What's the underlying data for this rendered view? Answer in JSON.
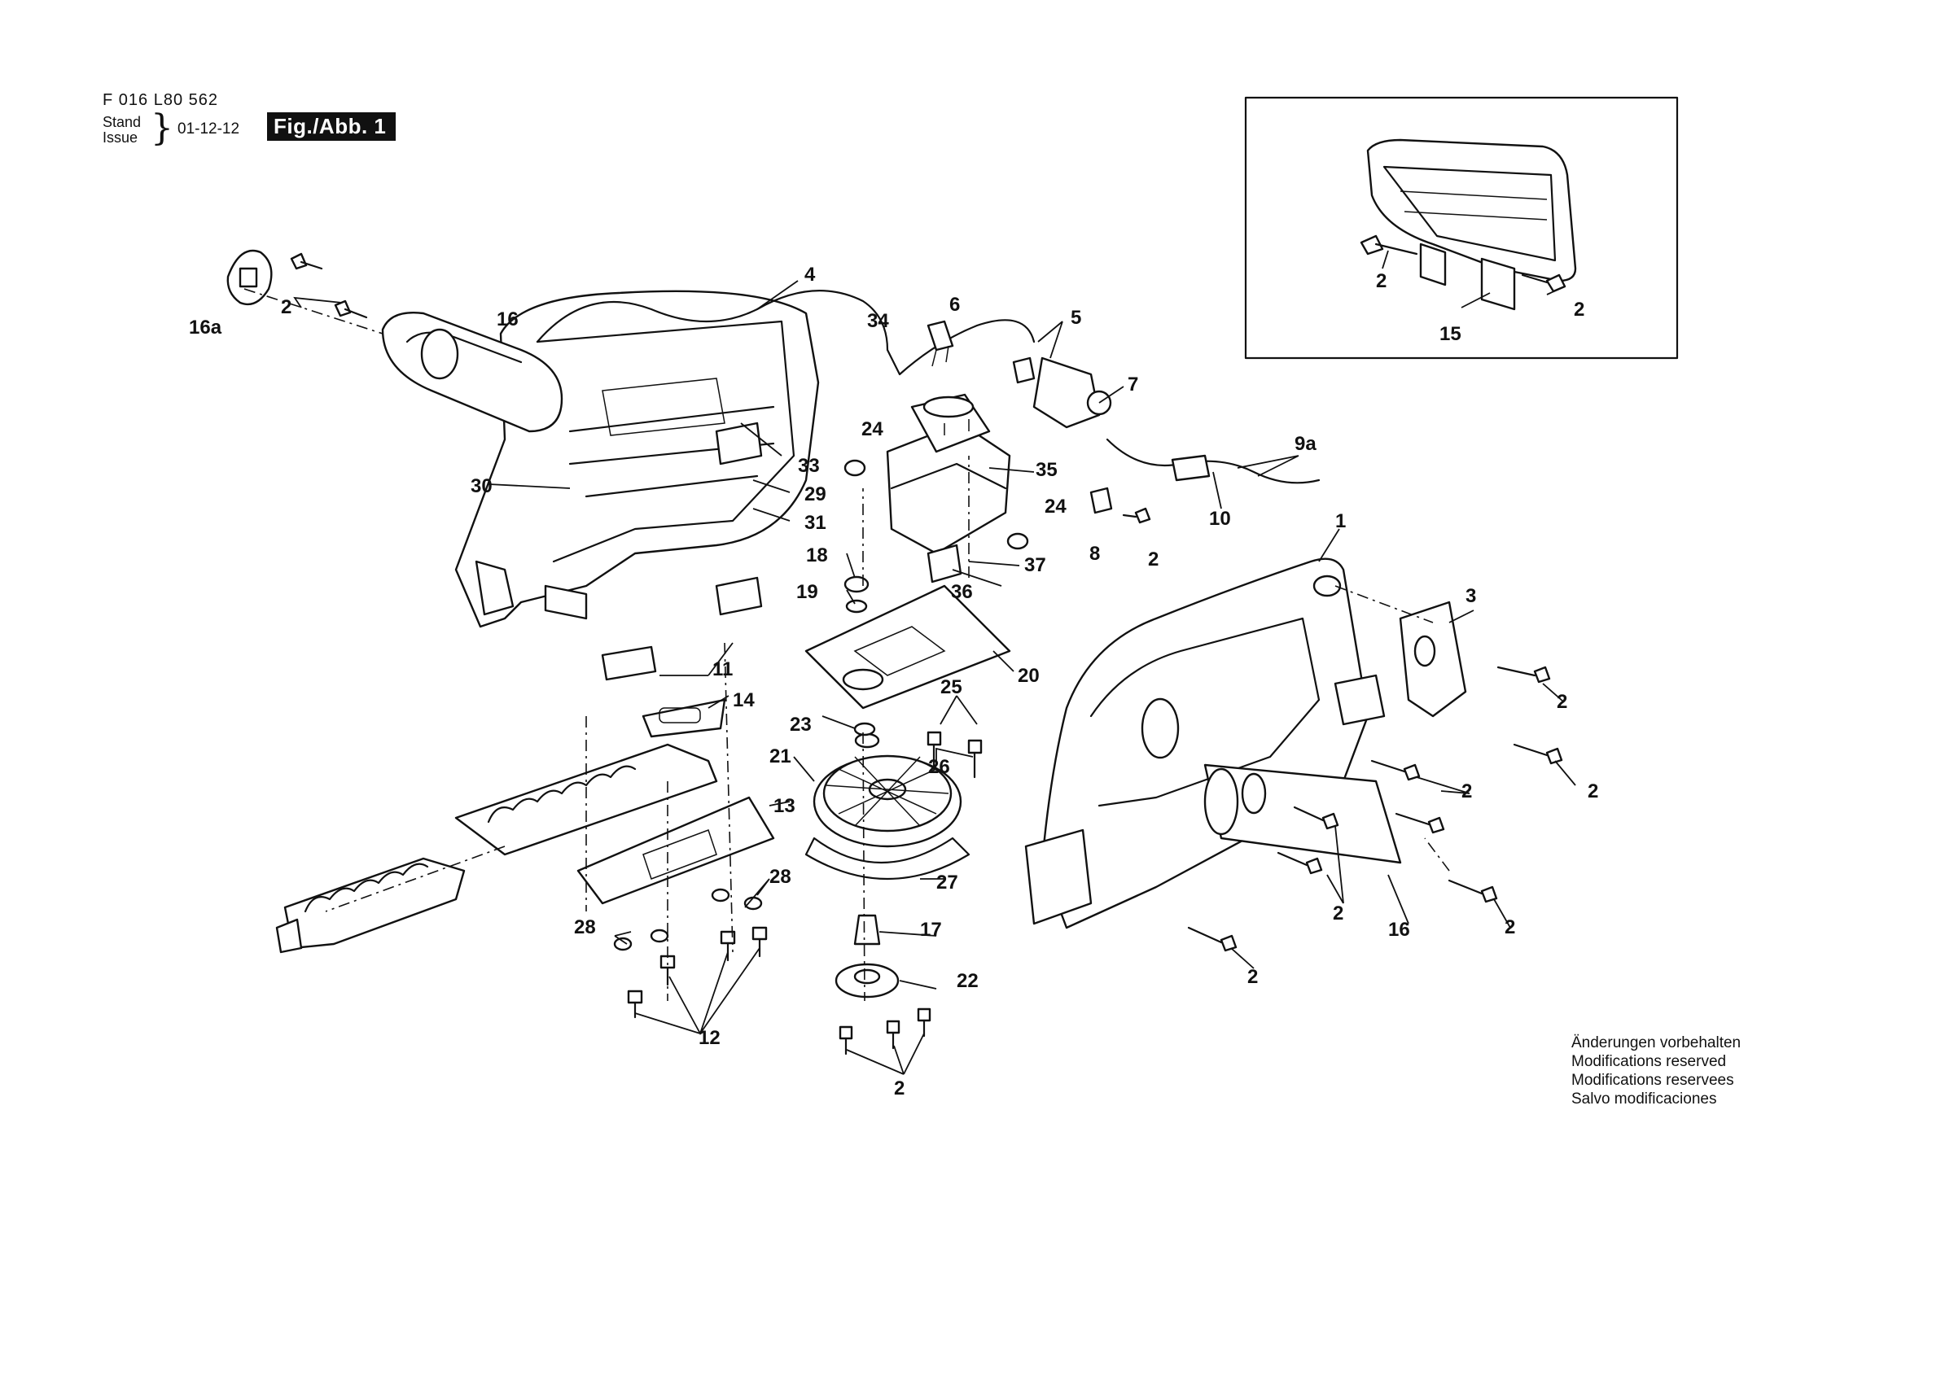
{
  "header": {
    "doc_number": "F 016 L80 562",
    "stand_label": "Stand",
    "issue_label": "Issue",
    "brace": "}",
    "issue_date": "01-12-12",
    "figure_label": "Fig./Abb. 1"
  },
  "callouts": [
    "16a",
    "2",
    "16",
    "4",
    "34",
    "6",
    "5",
    "7",
    "9a",
    "10",
    "24",
    "33",
    "35",
    "30",
    "29",
    "31",
    "18",
    "19",
    "36",
    "37",
    "24",
    "8",
    "2",
    "11",
    "20",
    "14",
    "25",
    "23",
    "21",
    "26",
    "13",
    "28",
    "27",
    "28",
    "17",
    "12",
    "22",
    "2",
    "1",
    "3",
    "2",
    "2",
    "2",
    "2",
    "16",
    "2",
    "2",
    "2",
    "15",
    "2"
  ],
  "notes": [
    "Änderungen vorbehalten",
    "Modifications reserved",
    "Modifications reservees",
    "Salvo modificaciones"
  ]
}
